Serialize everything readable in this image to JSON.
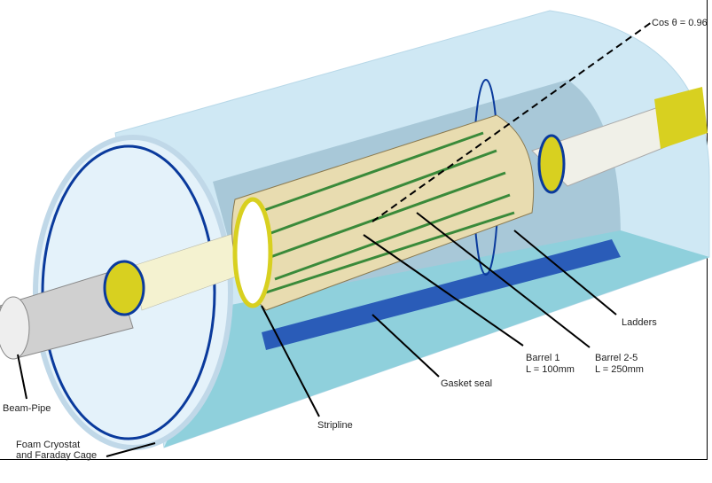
{
  "labels": {
    "cos_theta": "Cos θ = 0.96",
    "ladders": "Ladders",
    "barrel1_name": "Barrel 1",
    "barrel1_length": "L = 100mm",
    "barrel25_name": "Barrel 2-5",
    "barrel25_length": "L = 250mm",
    "gasket_seal": "Gasket seal",
    "stripline": "Stripline",
    "beam_pipe": "Beam-Pipe",
    "cryostat_line1": "Foam Cryostat",
    "cryostat_line2": "and Faraday Cage"
  },
  "colors": {
    "cryostat": "#cfe8f4",
    "cryostat_inner": "#8fd0dc",
    "ring": "#0a3a9c",
    "barrel": "#e8dcb0",
    "ladder_green": "#3a8a3a",
    "endring_yellow": "#d8d020",
    "beampipe": "#d0d0d0"
  }
}
